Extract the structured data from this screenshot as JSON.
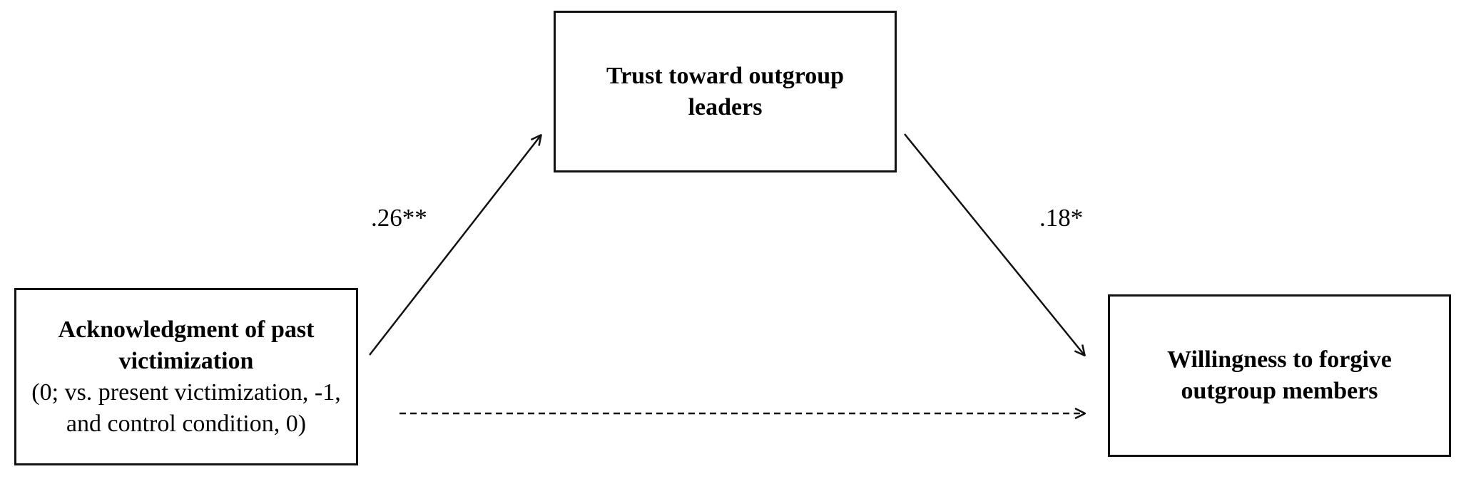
{
  "boxes": {
    "mediator": {
      "title": "Trust toward outgroup leaders"
    },
    "predictor": {
      "title": "Acknowledgment of past victimization",
      "subtitle": "(0; vs. present victimization, -1, and control condition, 0)"
    },
    "outcome": {
      "title": "Willingness to forgive outgroup members"
    }
  },
  "paths": {
    "a": {
      "from": "predictor",
      "to": "mediator",
      "label": ".26**",
      "style": "solid"
    },
    "b": {
      "from": "mediator",
      "to": "outcome",
      "label": ".18*",
      "style": "solid"
    },
    "c": {
      "from": "predictor",
      "to": "outcome",
      "label": "",
      "style": "dashed"
    }
  },
  "colors": {
    "line": "#111111",
    "background": "#ffffff"
  }
}
